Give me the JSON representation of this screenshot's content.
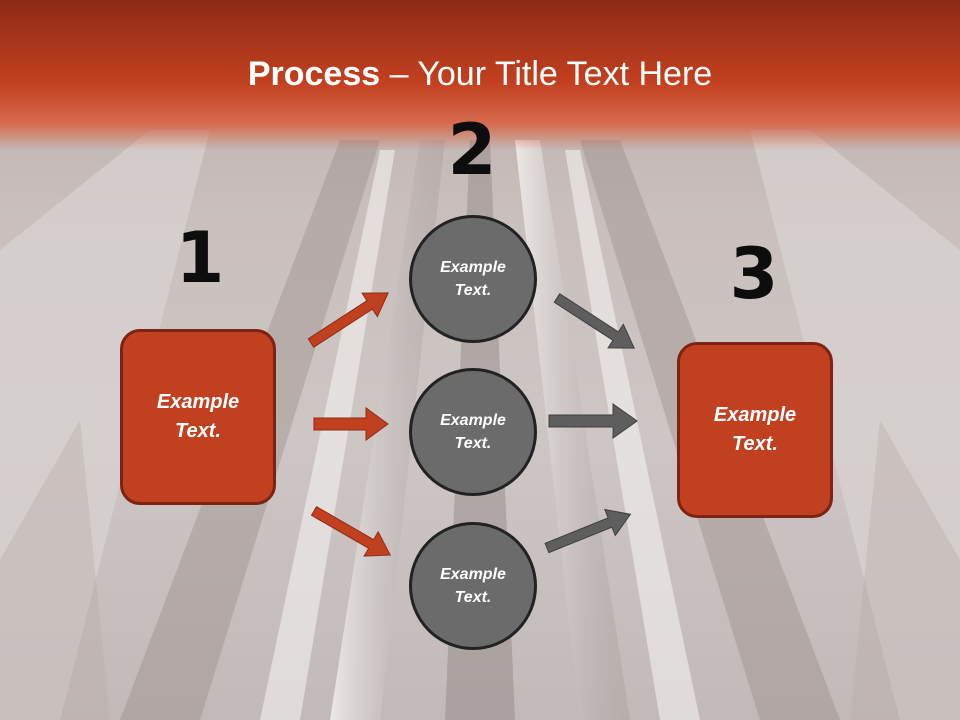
{
  "title": {
    "bold": "Process",
    "rest": " – Your Title Text Here"
  },
  "steps": [
    {
      "number": "1",
      "text": "Example\nText."
    },
    {
      "number": "2",
      "items": [
        "Example\nText.",
        "Example\nText.",
        "Example\nText."
      ]
    },
    {
      "number": "3",
      "text": "Example\nText."
    }
  ],
  "colors": {
    "accent": "#c0401f",
    "accent_dark": "#7d2313",
    "circle": "#6b6b6b",
    "arrow_gray": "#5e5e5e"
  }
}
